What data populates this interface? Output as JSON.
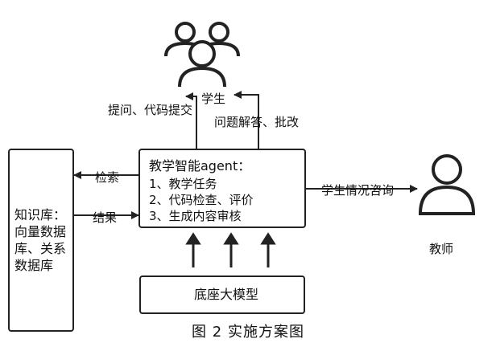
{
  "nodes": {
    "knowledge_base": "知识库：向量数据库、关系数据库",
    "agent": {
      "title": "教学智能agent：",
      "tasks": [
        "1、教学任务",
        "2、代码检查、评价",
        "3、生成内容审核"
      ]
    },
    "base_model": "底座大模型",
    "student": "学生",
    "teacher": "教师"
  },
  "edges": {
    "ask_submit": "提问、代码提交",
    "answer_review": "问题解答、批改",
    "search": "检索",
    "result": "结果",
    "consult": "学生情况咨询"
  },
  "caption": "图 2   实施方案图"
}
